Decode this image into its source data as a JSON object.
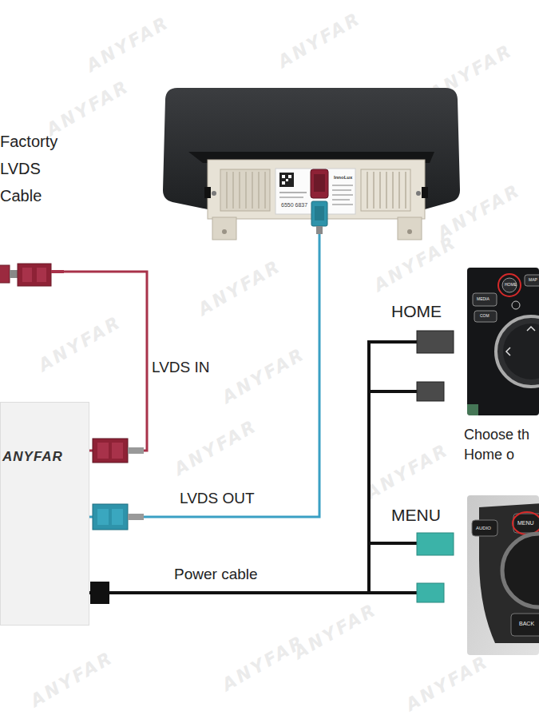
{
  "diagram": {
    "nodes": [
      {
        "text": [
          "InnoLux",
          "6550 6837"
        ]
      },
      {
        "text": [
          "Factorty LVDS Cable"
        ]
      },
      {
        "text": [
          "HOME"
        ]
      },
      {
        "text": [
          "ANYFAR"
        ]
      },
      {
        "text": [
          "MENU"
        ]
      }
    ],
    "edges": [
      {
        "from": 1,
        "to": 3,
        "label": "LVDS IN",
        "arrow": "none"
      },
      {
        "from": 3,
        "to": 0,
        "label": "LVDS OUT",
        "arrow": "none"
      },
      {
        "from": 3,
        "to": 2,
        "arrow": "none"
      },
      {
        "from": 3,
        "to": 4,
        "label": "Power cable",
        "arrow": "none"
      }
    ],
    "labels": [
      "Choose th Home o",
      "HOME",
      "MAP",
      "MEDIA",
      "COM",
      "AUDIO",
      "MENU",
      "BACK",
      "ANYFAR",
      "ANYFAR",
      "ANYFAR",
      "ANYFAR",
      "ANYFAR",
      "ANYFAR",
      "ANYFAR",
      "ANYFAR",
      "ANYFAR",
      "ANYFAR",
      "ANYFAR",
      "ANYFAR",
      "ANYFAR",
      "ANYFAR",
      "ANYFAR"
    ]
  }
}
